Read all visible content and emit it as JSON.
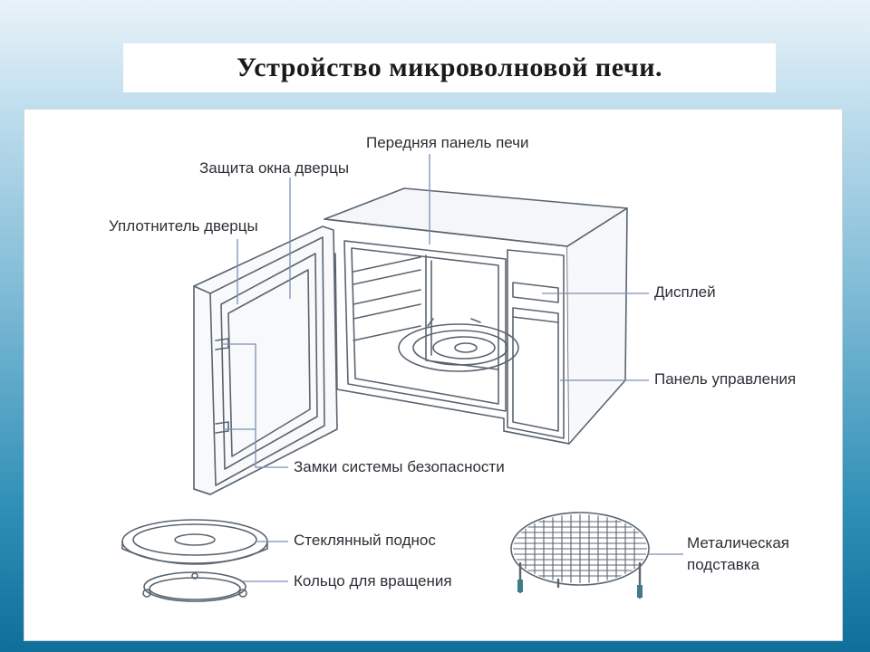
{
  "title": "Устройство микроволновой печи.",
  "labels": {
    "front_panel": "Передняя панель печи",
    "door_window_guard": "Защита окна дверцы",
    "door_seal": "Уплотнитель дверцы",
    "display": "Дисплей",
    "control_panel": "Панель управления",
    "safety_locks": "Замки системы безопасности",
    "glass_tray": "Стеклянный поднос",
    "rotation_ring": "Кольцо для вращения",
    "metal_rack_line1": "Металическая",
    "metal_rack_line2": "подставка"
  },
  "icons": [
    "microwave-oven-icon",
    "glass-tray-icon",
    "rotation-ring-icon",
    "metal-rack-icon"
  ],
  "colors": {
    "line": "#5a6570",
    "leader": "#7c8fb8",
    "background_top": "#e9f3f9",
    "background_bottom": "#0f6f9a"
  }
}
